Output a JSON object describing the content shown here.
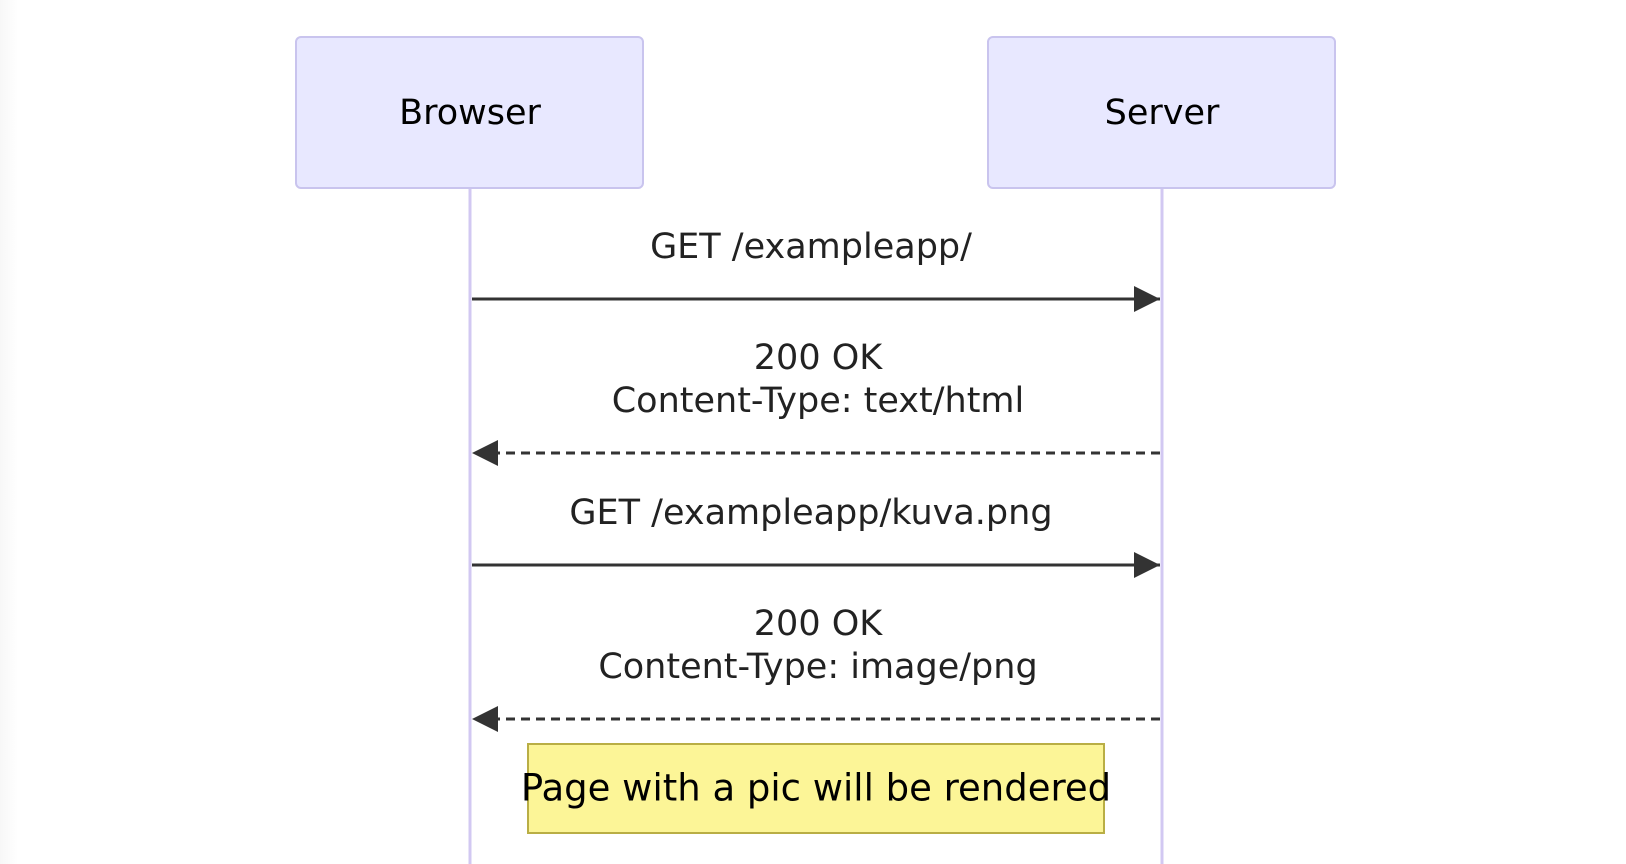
{
  "diagram": {
    "type": "sequence",
    "participants": [
      {
        "id": "browser",
        "label": "Browser"
      },
      {
        "id": "server",
        "label": "Server"
      }
    ],
    "messages": [
      {
        "from": "browser",
        "to": "server",
        "style": "solid",
        "lines": [
          "GET /exampleapp/"
        ]
      },
      {
        "from": "server",
        "to": "browser",
        "style": "dashed",
        "lines": [
          "200 OK",
          "Content-Type: text/html"
        ]
      },
      {
        "from": "browser",
        "to": "server",
        "style": "solid",
        "lines": [
          "GET /exampleapp/kuva.png"
        ]
      },
      {
        "from": "server",
        "to": "browser",
        "style": "dashed",
        "lines": [
          "200 OK",
          "Content-Type: image/png"
        ]
      }
    ],
    "note": {
      "text": "Page with a pic will be rendered"
    }
  },
  "colors": {
    "actor_fill": "#e8e8ff",
    "actor_stroke": "#c9c4ee",
    "lifeline": "#d2c8f2",
    "message": "#333333",
    "text": "#222222",
    "note_fill": "#fcf597",
    "note_stroke": "#b9ae45"
  }
}
